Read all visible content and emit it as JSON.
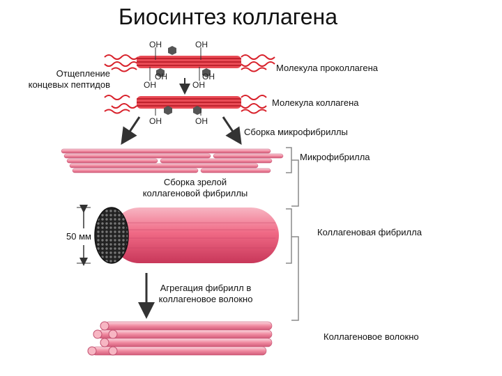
{
  "title": "Биосинтез коллагена",
  "labels": {
    "procollagen_molecule": "Молекула проколлагена",
    "cleavage_line1": "Отщепление",
    "cleavage_line2": "концевых пептидов",
    "collagen_molecule": "Молекула коллагена",
    "microfibril_assembly": "Сборка микрофибриллы",
    "microfibril": "Микрофибрилла",
    "mature_fibril_line1": "Сборка зрелой",
    "mature_fibril_line2": "коллагеновой фибриллы",
    "collagen_fibril": "Коллагеновая фибрилла",
    "diameter": "50 мм",
    "aggregation_line1": "Агрегация фибрилл в",
    "aggregation_line2": "коллагеновое волокно",
    "collagen_fiber": "Коллагеновое волокно"
  },
  "hydroxyl_label": "OH",
  "colors": {
    "chain_red": "#d8202a",
    "fibril_pink": "#f06a86",
    "fibril_light": "#f7b6c3",
    "hex_gray": "#444444",
    "arrow_dark": "#333333",
    "bracket_gray": "#8a8a8a"
  }
}
